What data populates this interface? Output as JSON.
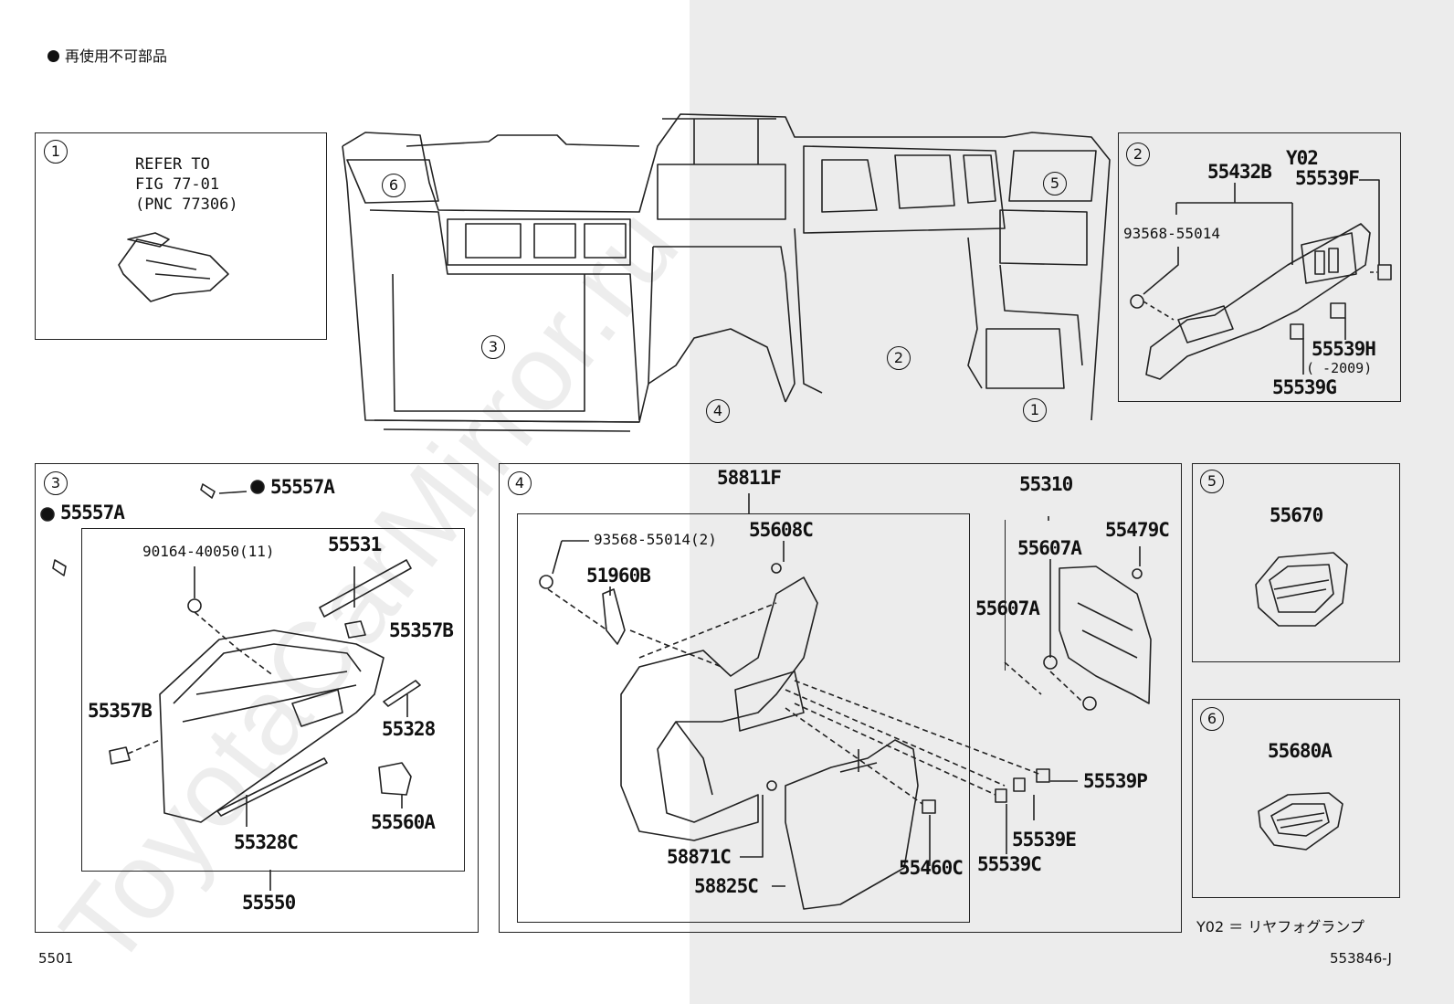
{
  "legend": {
    "non_reusable": "再使用不可部品"
  },
  "footer": {
    "left": "5501",
    "right": "553846-J",
    "y02_note": "Y02 ＝ リヤフォグランプ"
  },
  "watermark": "ToyotaCarMirror.ru",
  "panel1": {
    "num": "1",
    "refer": "REFER TO",
    "fig": "FIG 77-01",
    "pnc": "(PNC 77306)"
  },
  "panel2": {
    "num": "2",
    "y02": "Y02",
    "p1": "55432B",
    "p2": "55539F",
    "p3": "93568-55014",
    "p4": "55539H",
    "p4_note": "( -2009)",
    "p5": "55539G"
  },
  "panel3": {
    "num": "3",
    "p1": "55557A",
    "p2": "55557A",
    "p3": "90164-40050(11)",
    "p4": "55531",
    "p5": "55357B",
    "p6": "55357B",
    "p7": "55328",
    "p8": "55560A",
    "p9": "55328C",
    "p10": "55550"
  },
  "panel4": {
    "num": "4",
    "p1": "58811F",
    "p2": "93568-55014(2)",
    "p3": "55608C",
    "p4": "51960B",
    "p5": "55310",
    "p6": "55607A",
    "p7": "55479C",
    "p8": "55607A",
    "p9": "55539P",
    "p10": "55539E",
    "p11": "55539C",
    "p12": "55460C",
    "p13": "58871C",
    "p14": "58825C"
  },
  "panel5": {
    "num": "5",
    "p1": "55670"
  },
  "panel6": {
    "num": "6",
    "p1": "55680A"
  },
  "main": {
    "c6": "6",
    "c5": "5",
    "c3": "3",
    "c2": "2",
    "c4": "4",
    "c1": "1"
  }
}
